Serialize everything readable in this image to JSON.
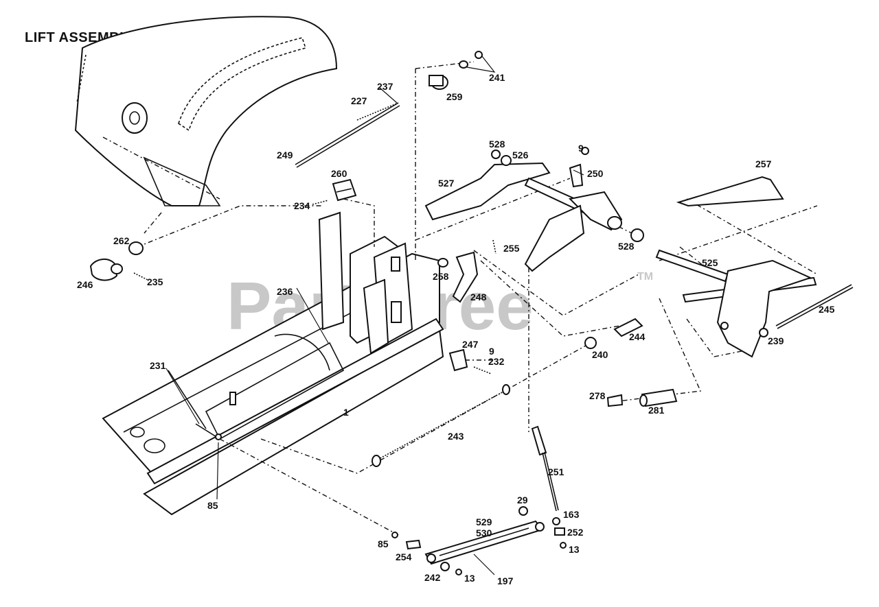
{
  "title": "LIFT ASSEMBLY",
  "watermark": {
    "text": "PartsTree",
    "trademark": "TM",
    "color": "#c8c8c8"
  },
  "part_labels": {
    "p241": "241",
    "p259": "259",
    "p237": "237",
    "p227": "227",
    "p249": "249",
    "p260": "260",
    "p234": "234",
    "p528a": "528",
    "p526": "526",
    "p9a": "9",
    "p250": "250",
    "p527": "527",
    "p257": "257",
    "p262": "262",
    "p246": "246",
    "p235": "235",
    "p255": "255",
    "p258": "258",
    "p248": "248",
    "p528b": "528",
    "p525": "525",
    "p236": "236",
    "p245": "245",
    "p244": "244",
    "p239": "239",
    "p247": "247",
    "p9b": "9",
    "p232": "232",
    "p240": "240",
    "p231": "231",
    "p278": "278",
    "p281": "281",
    "p1": "1",
    "p243": "243",
    "p251": "251",
    "p85a": "85",
    "p29": "29",
    "p163": "163",
    "p529": "529",
    "p530": "530",
    "p252": "252",
    "p85b": "85",
    "p13a": "13",
    "p254": "254",
    "p242": "242",
    "p13b": "13",
    "p197": "197"
  }
}
